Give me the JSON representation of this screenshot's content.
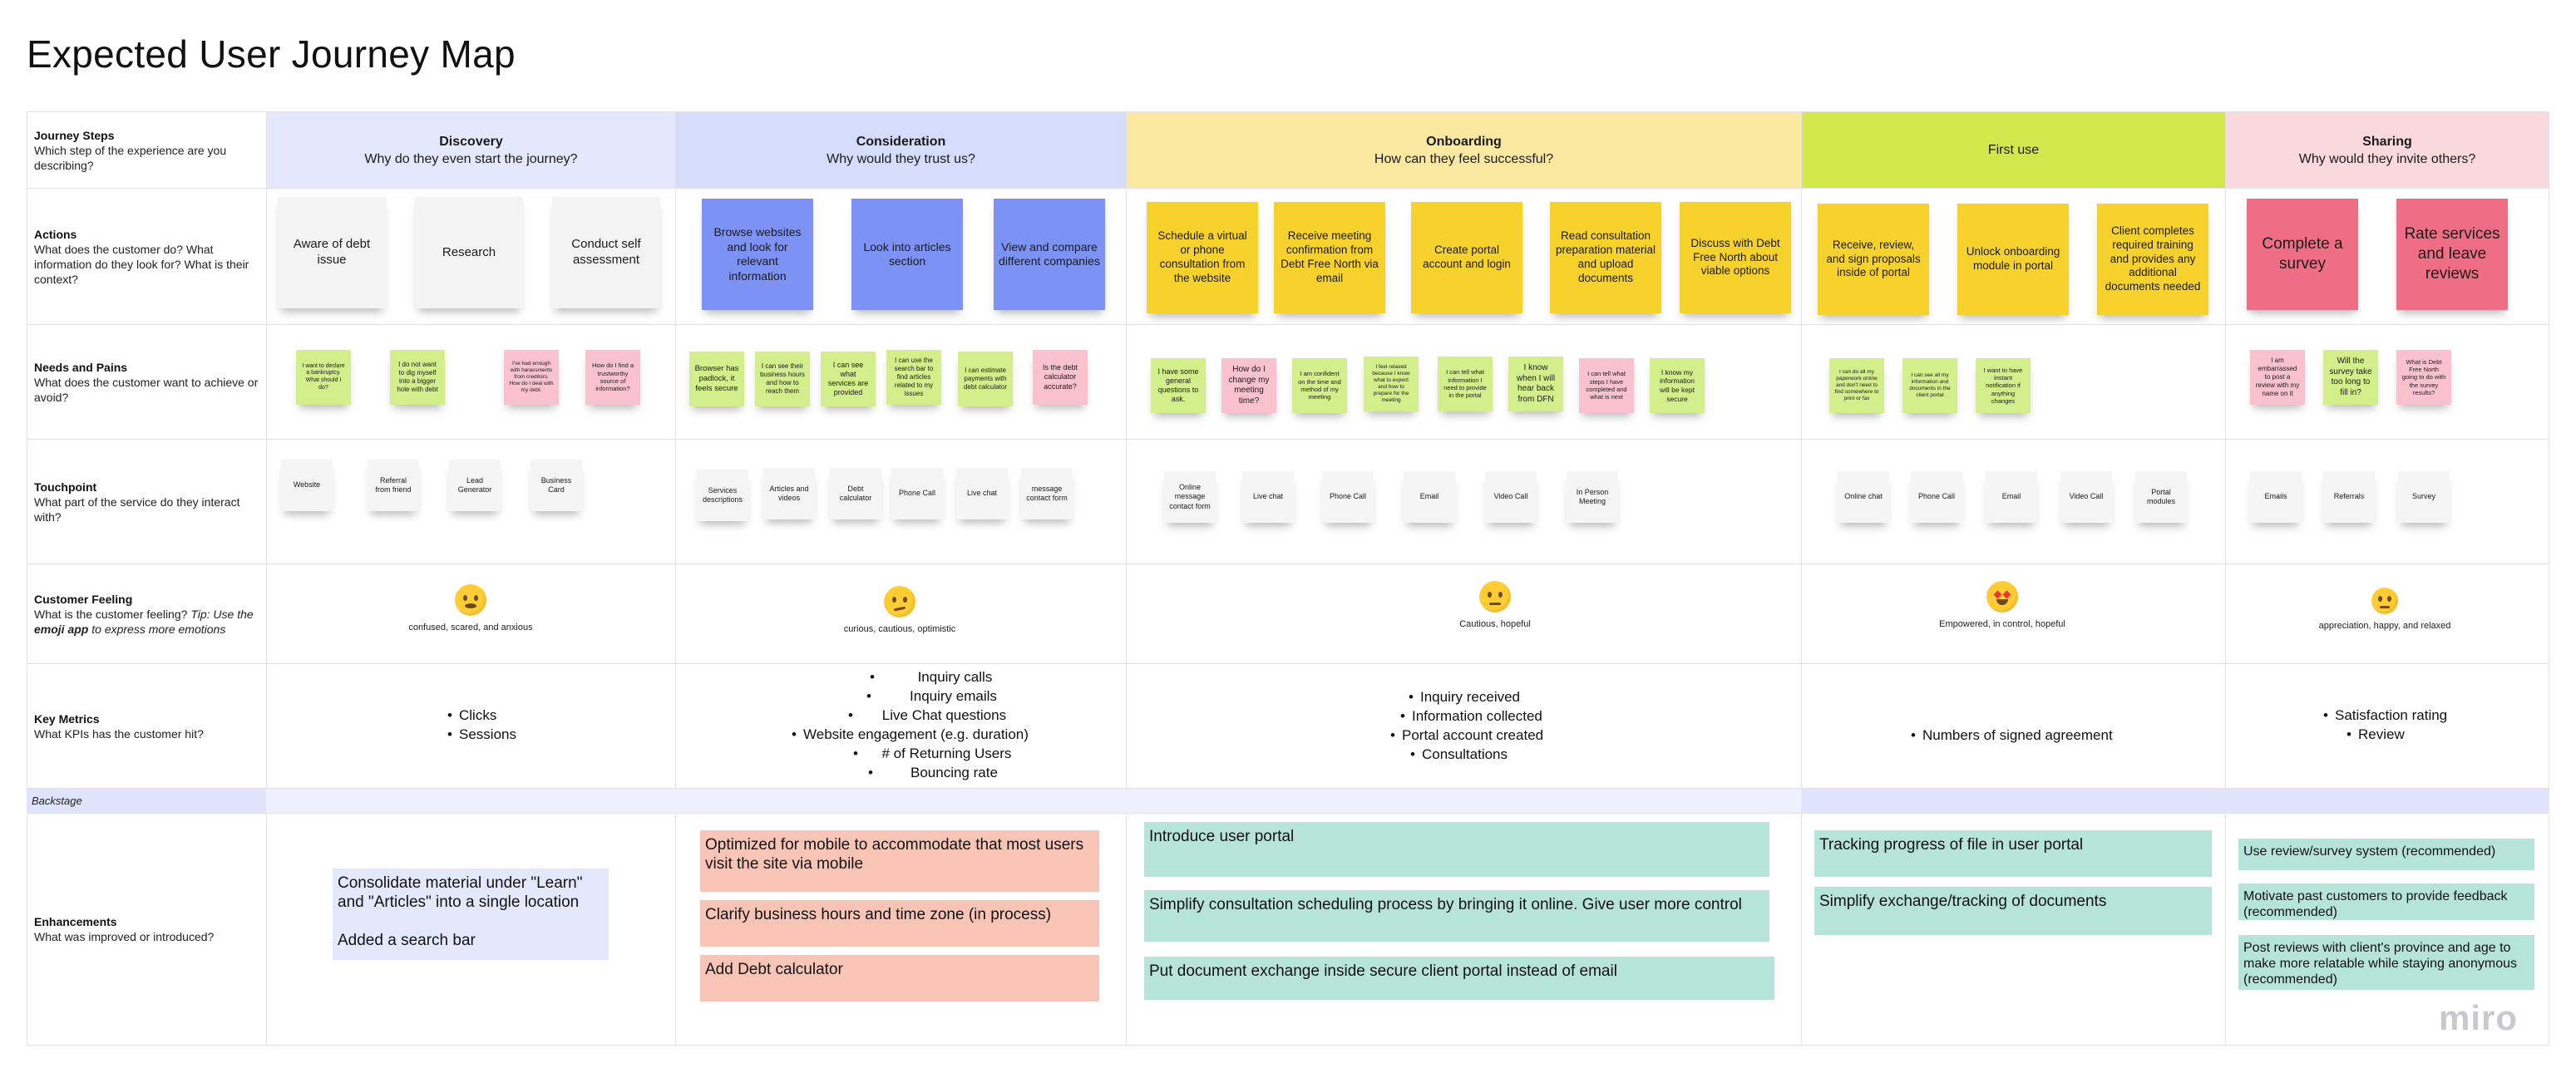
{
  "title": "Expected User Journey Map",
  "rows": {
    "journey_steps": {
      "title": "Journey Steps",
      "sub": "Which step of the experience are you describing?"
    },
    "actions": {
      "title": "Actions",
      "sub": "What does the customer do? What information do they look for? What is their context?"
    },
    "needs": {
      "title": "Needs and Pains",
      "sub": "What does the customer want to achieve or avoid?"
    },
    "touchpoint": {
      "title": "Touchpoint",
      "sub": "What part of the service do they interact with?"
    },
    "feeling": {
      "title": "Customer Feeling",
      "sub": "What is the customer feeling?",
      "tip": "Tip: Use the",
      "tip_app": "emoji app",
      "tip_end": "to express more emotions"
    },
    "metrics": {
      "title": "Key Metrics",
      "sub": "What KPIs has the customer hit?"
    },
    "backstage": {
      "title": "Backstage"
    },
    "enhancements": {
      "title": "Enhancements",
      "sub": "What was improved or introduced?"
    }
  },
  "phases": [
    {
      "name": "Discovery",
      "question": "Why do they even start the journey?",
      "color": "#e4e8fc"
    },
    {
      "name": "Consideration",
      "question": "Why would they trust us?",
      "color": "#d6dcfb"
    },
    {
      "name": "Onboarding",
      "question": "How can they feel successful?",
      "color": "#fbe9a2"
    },
    {
      "name": "First use",
      "question": "",
      "color": "#d2e74c"
    },
    {
      "name": "Sharing",
      "question": "Why would they invite others?",
      "color": "#f9d9dc"
    }
  ],
  "actions": {
    "discovery": [
      "Aware of debt issue",
      "Research",
      "Conduct self assessment"
    ],
    "consideration": [
      "Browse websites and look for relevant information",
      "Look into articles section",
      "View and compare different companies"
    ],
    "onboarding": [
      "Schedule a virtual or phone consultation from the website",
      "Receive meeting confirmation from Debt Free North via email",
      "Create portal account and login",
      "Read consultation preparation material and upload documents",
      "Discuss with Debt Free North about viable options"
    ],
    "first_use": [
      "Receive, review, and sign proposals inside of portal",
      "Unlock onboarding module in portal",
      "Client completes required training and provides any additional documents needed"
    ],
    "sharing": [
      "Complete a survey",
      "Rate services and leave reviews"
    ]
  },
  "needs": {
    "discovery": [
      "I want to declare a bankruptcy. What should I do?",
      "I do not want to dig myself into a bigger hole with debt",
      "I've had enough with harassments from creditors. How do I deal with my debt.",
      "How do I find a trustworthy source of information?"
    ],
    "consideration": [
      "Browser has padlock, it feels secure",
      "I can see their business hours and how to reach them",
      "I can see what services are provided",
      "I can use the search bar to find articles related to my issues",
      "I can estimate payments with debt calculator",
      "Is the debt calculator accurate?"
    ],
    "onboarding": [
      "I have some general questions to ask.",
      "How do I change my meeting time?",
      "I am confident on the time and method of my meeting",
      "I feel relaxed because I know what to expect and how to prepare for the meeting",
      "I can tell what information I need to provide in the portal",
      "I know when I will hear back from DFN",
      "I can tell what steps I have completed and what is next",
      "I know my information will be kept secure"
    ],
    "first_use": [
      "I can do all my paperwork online and don't need to find somewhere to print or fax",
      "I can see all my information and documents in the client portal",
      "I want to have instant notification if anything changes"
    ],
    "sharing": [
      "I am embarrassed to post a review with my name on it",
      "Will the survey take too long to fill in?",
      "What is Debt Free North going to do with the survey results?"
    ]
  },
  "touchpoints": {
    "discovery": [
      "Website",
      "Referral from friend",
      "Lead Generator",
      "Business Card"
    ],
    "consideration": [
      "Services descriptions",
      "Articles and videos",
      "Debt calculator",
      "Phone Call",
      "Live chat",
      "message contact form"
    ],
    "onboarding": [
      "Online message contact form",
      "Live chat",
      "Phone Call",
      "Email",
      "Video Call",
      "In Person Meeting"
    ],
    "first_use": [
      "Online chat",
      "Phone Call",
      "Email",
      "Video Call",
      "Portal modules"
    ],
    "sharing": [
      "Emails",
      "Referrals",
      "Survey"
    ]
  },
  "feelings": [
    {
      "emoji": "mind-blown-emoji",
      "caption": "confused, scared, and anxious"
    },
    {
      "emoji": "thinking-emoji",
      "caption": "curious, cautious, optimistic"
    },
    {
      "emoji": "neutral-face-emoji",
      "caption": "Cautious, hopeful"
    },
    {
      "emoji": "star-struck-emoji",
      "caption": "Empowered, in control, hopeful"
    },
    {
      "emoji": "smiling-hearts-emoji",
      "caption": "appreciation, happy, and relaxed"
    }
  ],
  "metrics": {
    "discovery": [
      "Clicks",
      "Sessions"
    ],
    "consideration": [
      "Inquiry calls",
      "Inquiry emails",
      "Live Chat questions",
      "Website engagement (e.g. duration)",
      "# of Returning Users",
      "Bouncing rate"
    ],
    "onboarding": [
      "Inquiry received",
      "Information collected",
      "Portal account created",
      "Consultations"
    ],
    "first_use": [
      "Numbers of signed agreement"
    ],
    "sharing": [
      "Satisfaction rating",
      "Review"
    ]
  },
  "enhancements": {
    "discovery": [
      "Consolidate material under \"Learn\" and \"Articles\" into a single location",
      "Added a search bar"
    ],
    "consideration": [
      "Optimized for mobile to accommodate that most users visit the site via mobile",
      "Clarify business hours and time zone (in process)",
      "Add Debt calculator"
    ],
    "onboarding": [
      "Introduce user portal",
      "Simplify consultation scheduling process by bringing it online. Give user more control",
      "Put document exchange inside secure client portal instead of email"
    ],
    "first_use": [
      "Tracking progress of file in user portal",
      "Simplify exchange/tracking of documents"
    ],
    "sharing": [
      "Use review/survey system (recommended)",
      "Motivate past customers to provide feedback (recommended)",
      "Post reviews with client's province and age to make more relatable while staying anonymous (recommended)"
    ]
  },
  "watermark": "miro"
}
